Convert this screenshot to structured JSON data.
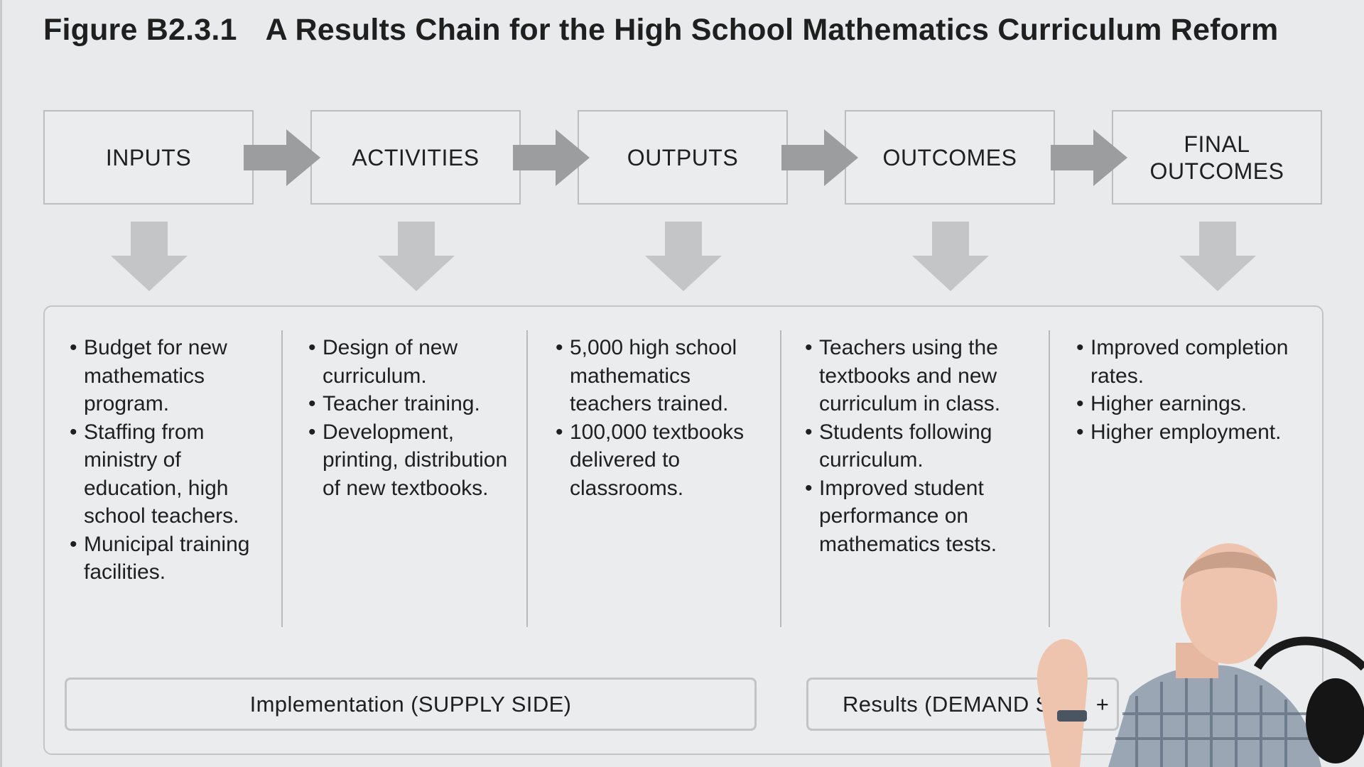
{
  "figure": {
    "label": "Figure B2.3.1",
    "title": "A Results Chain for the High School Mathematics Curriculum Reform"
  },
  "stages": [
    {
      "label": "INPUTS"
    },
    {
      "label": "ACTIVITIES"
    },
    {
      "label": "OUTPUTS"
    },
    {
      "label": "OUTCOMES"
    },
    {
      "label_line1": "FINAL",
      "label_line2": "OUTCOMES"
    }
  ],
  "columns": [
    {
      "items": [
        "Budget for new mathematics program.",
        "Staffing from ministry of education, high school teachers.",
        "Municipal training facilities."
      ]
    },
    {
      "items": [
        "Design of new curriculum.",
        "Teacher training.",
        "Development, printing, distribution of new textbooks."
      ]
    },
    {
      "items": [
        "5,000 high school mathematics teachers trained.",
        "100,000 textbooks delivered to classrooms."
      ]
    },
    {
      "items": [
        "Teachers using the textbooks and new curriculum in class.",
        "Students following curriculum.",
        "Improved student performance on mathematics tests."
      ]
    },
    {
      "items": [
        "Improved completion rates.",
        "Higher earnings.",
        "Higher employment."
      ]
    }
  ],
  "footer": {
    "implementation": "Implementation (SUPPLY SIDE)",
    "results": "Results (DEMAND S",
    "results_tail": "+"
  },
  "colors": {
    "background": "#e9eaeb",
    "arrow": "#9c9d9f",
    "box_border": "#bcbdbf"
  }
}
